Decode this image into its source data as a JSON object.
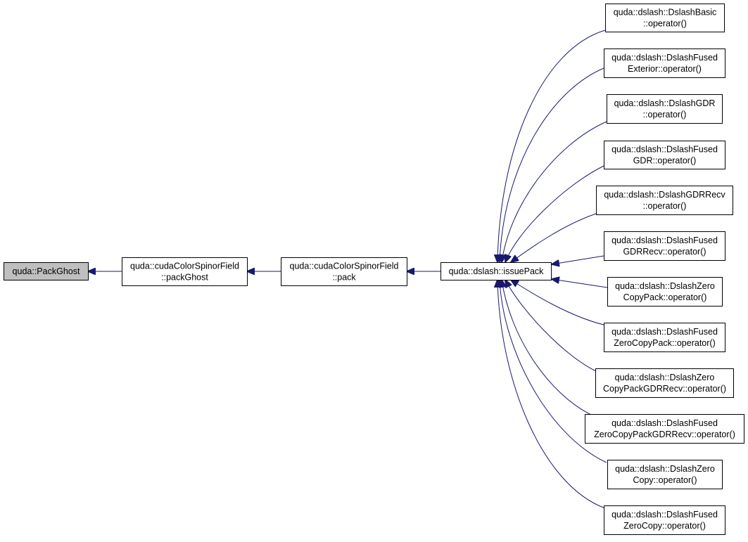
{
  "diagram": {
    "type": "call-graph",
    "colors": {
      "edge": "#191970",
      "arrowhead": "#191970",
      "node_border": "#000000",
      "node_fill": "#ffffff",
      "highlight_fill": "#bfbfbf"
    },
    "nodes": [
      {
        "id": "packghost_root",
        "lines": [
          "quda::PackGhost"
        ],
        "highlighted": true
      },
      {
        "id": "csf_packghost",
        "lines": [
          "quda::cudaColorSpinorField",
          "::packGhost"
        ]
      },
      {
        "id": "csf_pack",
        "lines": [
          "quda::cudaColorSpinorField",
          "::pack"
        ]
      },
      {
        "id": "issuepack",
        "lines": [
          "quda::dslash::issuePack"
        ]
      },
      {
        "id": "dslash_basic",
        "lines": [
          "quda::dslash::DslashBasic",
          "::operator()"
        ]
      },
      {
        "id": "fused_exterior",
        "lines": [
          "quda::dslash::DslashFused",
          "Exterior::operator()"
        ]
      },
      {
        "id": "gdr",
        "lines": [
          "quda::dslash::DslashGDR",
          "::operator()"
        ]
      },
      {
        "id": "fused_gdr",
        "lines": [
          "quda::dslash::DslashFused",
          "GDR::operator()"
        ]
      },
      {
        "id": "gdr_recv",
        "lines": [
          "quda::dslash::DslashGDRRecv",
          "::operator()"
        ]
      },
      {
        "id": "fused_gdr_recv",
        "lines": [
          "quda::dslash::DslashFused",
          "GDRRecv::operator()"
        ]
      },
      {
        "id": "zerocopy_pack",
        "lines": [
          "quda::dslash::DslashZero",
          "CopyPack::operator()"
        ]
      },
      {
        "id": "fused_zerocopy_pack",
        "lines": [
          "quda::dslash::DslashFused",
          "ZeroCopyPack::operator()"
        ]
      },
      {
        "id": "zerocopy_pack_gdr_recv",
        "lines": [
          "quda::dslash::DslashZero",
          "CopyPackGDRRecv::operator()"
        ]
      },
      {
        "id": "fused_zerocopy_pack_gdr_recv",
        "lines": [
          "quda::dslash::DslashFused",
          "ZeroCopyPackGDRRecv::operator()"
        ]
      },
      {
        "id": "zerocopy",
        "lines": [
          "quda::dslash::DslashZero",
          "Copy::operator()"
        ]
      },
      {
        "id": "fused_zerocopy",
        "lines": [
          "quda::dslash::DslashFused",
          "ZeroCopy::operator()"
        ]
      }
    ],
    "edges": [
      {
        "from": "csf_packghost",
        "to": "packghost_root"
      },
      {
        "from": "csf_pack",
        "to": "csf_packghost"
      },
      {
        "from": "issuepack",
        "to": "csf_pack"
      },
      {
        "from": "dslash_basic",
        "to": "issuepack"
      },
      {
        "from": "fused_exterior",
        "to": "issuepack"
      },
      {
        "from": "gdr",
        "to": "issuepack"
      },
      {
        "from": "fused_gdr",
        "to": "issuepack"
      },
      {
        "from": "gdr_recv",
        "to": "issuepack"
      },
      {
        "from": "fused_gdr_recv",
        "to": "issuepack"
      },
      {
        "from": "zerocopy_pack",
        "to": "issuepack"
      },
      {
        "from": "fused_zerocopy_pack",
        "to": "issuepack"
      },
      {
        "from": "zerocopy_pack_gdr_recv",
        "to": "issuepack"
      },
      {
        "from": "fused_zerocopy_pack_gdr_recv",
        "to": "issuepack"
      },
      {
        "from": "zerocopy",
        "to": "issuepack"
      },
      {
        "from": "fused_zerocopy",
        "to": "issuepack"
      }
    ]
  }
}
